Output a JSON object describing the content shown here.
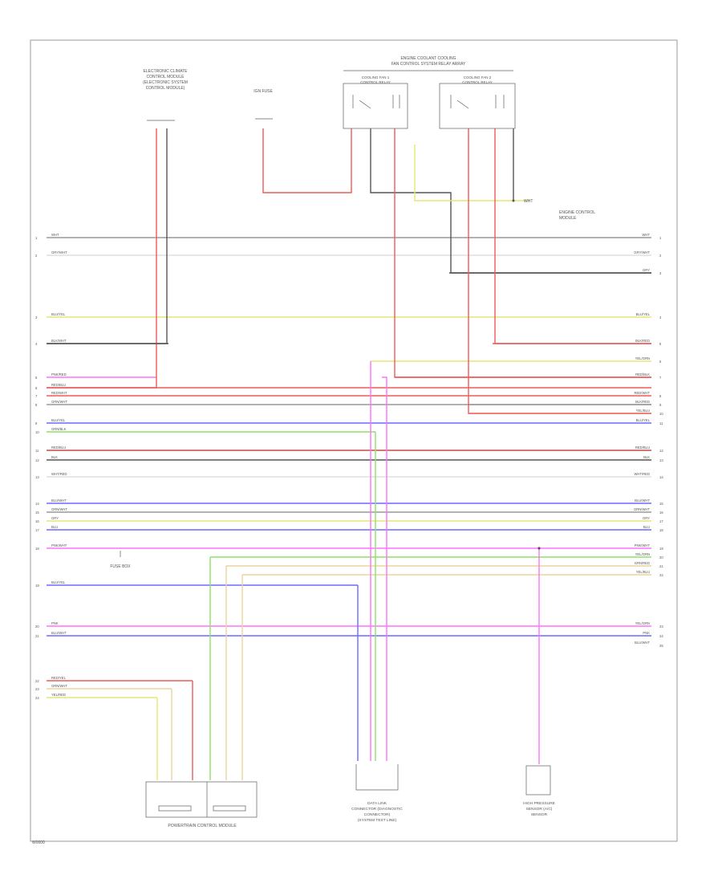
{
  "page_id": "W0000",
  "components": {
    "ecm_top": {
      "label": [
        "ELECTRONIC CLIMATE",
        "CONTROL MODULE",
        "(ELECTRONIC SYSTEM",
        "CONTROL MODULE)"
      ]
    },
    "fuse_top": {
      "label": "IGN FUSE"
    },
    "relay_group": {
      "label": [
        "ENGINE COOLANT COOLING",
        "FAN CONTROL SYSTEM RELAY ARRAY"
      ]
    },
    "relay1": {
      "label": [
        "COOLING FAN 1",
        "CONTROL RELAY"
      ]
    },
    "relay2": {
      "label": [
        "COOLING FAN 2",
        "CONTROL RELAY"
      ]
    },
    "ground_point": {
      "label": [
        "WHT",
        "ENGINE CONTROL",
        "MODULE"
      ]
    },
    "fuse_block": {
      "label": "FUSE BOX"
    },
    "bottom_left": {
      "label": "POWERTRAIN CONTROL MODULE"
    },
    "bottom_mid": {
      "label": [
        "DATA LINK",
        "CONNECTOR (DIAGNOSTIC",
        "CONNECTOR)",
        "(SYSTEM TEST LINE)"
      ]
    },
    "bottom_right": {
      "label": [
        "HIGH PRESSURE",
        "SENSOR (A/C)",
        "SENSOR"
      ]
    }
  },
  "left_wires": [
    {
      "num": "1",
      "label": "WHT"
    },
    {
      "num": "2",
      "label": "GRY/WHT"
    },
    {
      "num": "3",
      "label": "BLU/YEL"
    },
    {
      "num": "4",
      "label": "BLK/WHT"
    },
    {
      "num": "5",
      "label": "PNK/RED"
    },
    {
      "num": "6",
      "label": "RED/BLU"
    },
    {
      "num": "7",
      "label": "RED/WHT"
    },
    {
      "num": "8",
      "label": "GRN/WHT"
    },
    {
      "num": "9",
      "label": "BLU/YEL"
    },
    {
      "num": "10",
      "label": "GRN/BLK"
    },
    {
      "num": "11",
      "label": "RED/BLU"
    },
    {
      "num": "12",
      "label": "BLK"
    },
    {
      "num": "13",
      "label": "WHT/RED"
    },
    {
      "num": "14",
      "label": "BLU/WHT"
    },
    {
      "num": "15",
      "label": "GRN/WHT"
    },
    {
      "num": "16",
      "label": "GRY"
    },
    {
      "num": "17",
      "label": "BLU"
    },
    {
      "num": "18",
      "label": "PNK/WHT"
    },
    {
      "num": "19",
      "label": "BLU/YEL"
    },
    {
      "num": "20",
      "label": "PNK"
    },
    {
      "num": "21",
      "label": "BLU/WHT"
    },
    {
      "num": "22",
      "label": "RED/YEL"
    },
    {
      "num": "23",
      "label": "GRN/WHT"
    },
    {
      "num": "24",
      "label": "YEL/RED"
    }
  ],
  "right_wires": [
    {
      "num": "1",
      "label": "WHT"
    },
    {
      "num": "2",
      "label": "GRY/WHT"
    },
    {
      "num": "3",
      "label": "GRY"
    },
    {
      "num": "4",
      "label": "BLU/YEL"
    },
    {
      "num": "5",
      "label": "BLK/RED"
    },
    {
      "num": "6",
      "label": "YEL/GRN"
    },
    {
      "num": "7",
      "label": "RED/BLK"
    },
    {
      "num": "8",
      "label": "RED/WHT"
    },
    {
      "num": "9",
      "label": "BLK/RED"
    },
    {
      "num": "10",
      "label": "YEL/BLU"
    },
    {
      "num": "11",
      "label": "BLU/YEL"
    },
    {
      "num": "12",
      "label": "RED/BLU"
    },
    {
      "num": "13",
      "label": "BLK"
    },
    {
      "num": "14",
      "label": "WHT/RED"
    },
    {
      "num": "15",
      "label": "BLU/WHT"
    },
    {
      "num": "16",
      "label": "GRN/WHT"
    },
    {
      "num": "17",
      "label": "GRY"
    },
    {
      "num": "18",
      "label": "BLU"
    },
    {
      "num": "19",
      "label": "PNK/WHT"
    },
    {
      "num": "20",
      "label": "YEL/GRN"
    },
    {
      "num": "21",
      "label": "GRN/RED"
    },
    {
      "num": "22",
      "label": "YEL/BLU"
    },
    {
      "num": "23",
      "label": "YEL/GRN"
    },
    {
      "num": "24",
      "label": "PNK"
    },
    {
      "num": "25",
      "label": "BLU/WHT"
    }
  ],
  "colors": {
    "red": "#f05a5a",
    "pink": "#ff70ff",
    "blue": "#6a6aff",
    "green": "#8ee06a",
    "yellow": "#e6e676",
    "tan": "#e8d59a",
    "black": "#555555",
    "gray": "#9a9a9a",
    "light_gray": "#cfcfcf",
    "brown_red": "#c84a4a"
  }
}
